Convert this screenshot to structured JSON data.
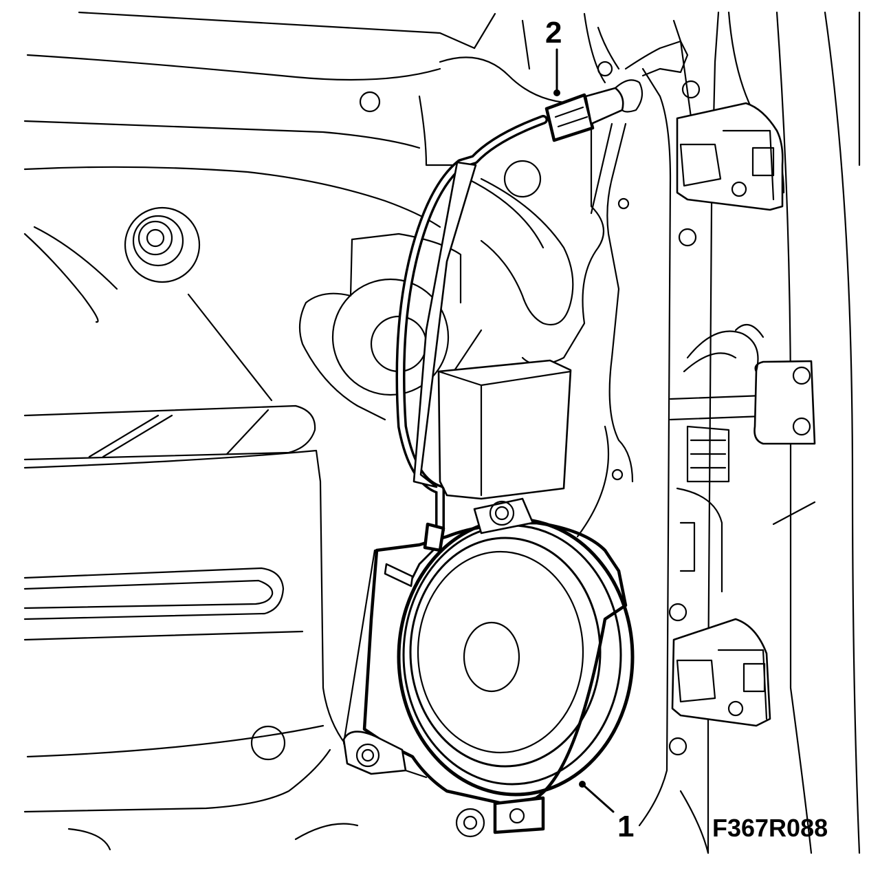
{
  "callouts": [
    {
      "id": "1",
      "text": "1"
    },
    {
      "id": "2",
      "text": "2"
    }
  ],
  "figure_code": "F367R088",
  "colors": {
    "line": "#000000",
    "background": "#ffffff"
  }
}
